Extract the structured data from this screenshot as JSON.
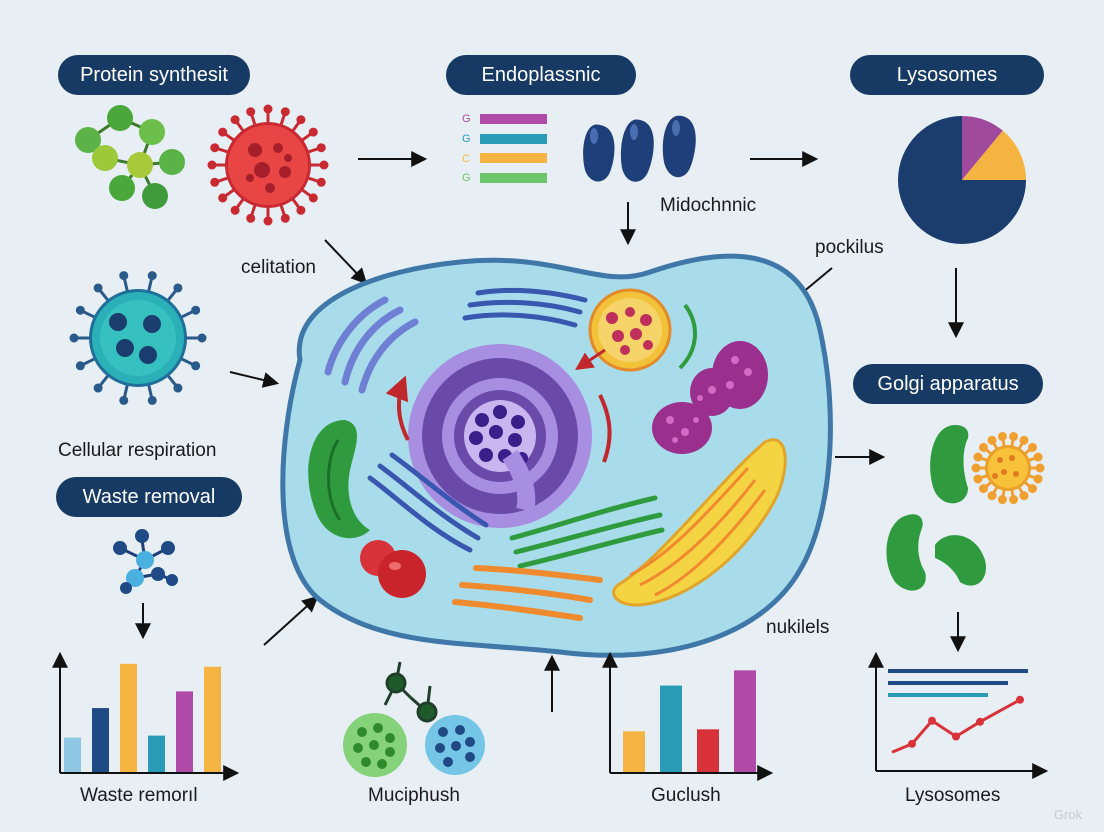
{
  "titles": {
    "protein_synthesis": "Protein synthesit",
    "endoplasmic": "Endoplassnic",
    "lysosomes": "Lysosomes",
    "waste_removal": "Waste removal",
    "golgi": "Golgi apparatus"
  },
  "labels": {
    "celitation": "celitation",
    "cellular_respiration": "Cellular respiration",
    "midochnnic": "Midochnnic",
    "pockilus": "pockilus",
    "nukilels": "nukilels",
    "waste_remorl": "Waste remorıl",
    "muciphush": "Muciphush",
    "guclush": "Guclush",
    "lysosomes_bottom": "Lysosomes"
  },
  "legend": {
    "items": [
      {
        "letter": "G",
        "color": "#b04aa8"
      },
      {
        "letter": "G",
        "color": "#2a9bb7"
      },
      {
        "letter": "C",
        "color": "#f5b342"
      },
      {
        "letter": "G",
        "color": "#6cc56a"
      }
    ]
  },
  "watermark": "Grok",
  "colors": {
    "navy": "#163a63",
    "cell_fill": "#a9dcea",
    "cell_border": "#3f78a8",
    "purple": "#6a4aa8",
    "green": "#2f9b3e",
    "orange": "#f08a2e",
    "yellow": "#f4d442",
    "red": "#d8333a",
    "magenta": "#9a2f8e",
    "blue": "#3a57b0"
  },
  "chart_data": [
    {
      "type": "bar",
      "values": [
        3.5,
        6.5,
        11,
        3.7,
        8.2,
        10.7
      ],
      "colors": [
        "#8fc6e3",
        "#1f4a85",
        "#f5b342",
        "#2a9bb7",
        "#b04aa8",
        "#f5b342"
      ],
      "ylim": [
        0,
        12
      ]
    },
    {
      "type": "bar",
      "values": [
        4,
        8.5,
        4.2,
        10
      ],
      "colors": [
        "#f5b342",
        "#2a9bb7",
        "#d8333a",
        "#b04aa8"
      ],
      "ylim": [
        0,
        12
      ]
    },
    {
      "type": "line",
      "x": [
        1,
        2,
        3,
        4,
        5,
        6
      ],
      "y": [
        1.5,
        2.3,
        4.5,
        3,
        4.4,
        6.5
      ],
      "ylim": [
        0,
        10
      ],
      "text_lines_colors": [
        "#1f4a85",
        "#1f4a85",
        "#2a9bb7"
      ]
    },
    {
      "type": "pie",
      "values": [
        75,
        14,
        11
      ],
      "colors": [
        "#1a3d6d",
        "#f5b342",
        "#a04a9e"
      ]
    }
  ]
}
